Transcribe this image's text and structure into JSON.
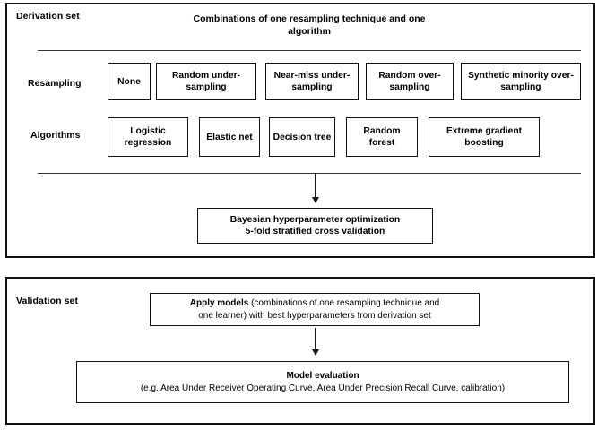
{
  "diagram": {
    "panels": [
      {
        "id": "derivation",
        "label": "Derivation set"
      },
      {
        "id": "validation",
        "label": "Validation set"
      }
    ],
    "header_title": "Combinations of one resampling technique and one algorithm",
    "rows": [
      {
        "label": "Resampling",
        "items": [
          "None",
          "Random under-sampling",
          "Near-miss under-sampling",
          "Random over-sampling",
          "Synthetic minority over-sampling"
        ]
      },
      {
        "label": "Algorithms",
        "items": [
          "Logistic regression",
          "Elastic net",
          "Decision tree",
          "Random forest",
          "Extreme gradient boosting"
        ]
      }
    ],
    "bayesian_box": {
      "line1": "Bayesian hyperparameter optimization",
      "line2": "5-fold stratified cross validation"
    },
    "apply_box": {
      "lead": "Apply models",
      "rest_line1": " (combinations of one resampling technique and",
      "line2": "one learner) with best hyperparameters from derivation set"
    },
    "evaluation_box": {
      "title": "Model evaluation",
      "detail": "(e.g. Area Under Receiver Operating Curve, Area Under Precision Recall Curve, calibration)"
    },
    "colors": {
      "border": "#111111",
      "rule": "#333333",
      "arrow": "#1a1a1a",
      "background": "#ffffff",
      "text": "#000000"
    }
  }
}
